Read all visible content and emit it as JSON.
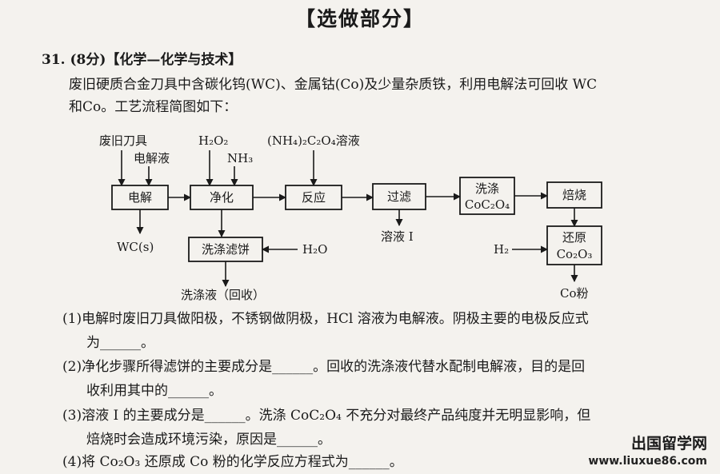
{
  "title": "【选做部分】",
  "question": {
    "header": "31. (8分)【化学—化学与技术】",
    "intro": [
      "废旧硬质合金刀具中含碳化钨(WC)、金属钴(Co)及少量杂质铁，利用电解法可回收 WC",
      "和Co。工艺流程简图如下："
    ]
  },
  "diagram": {
    "inputs": {
      "old_tools": "废旧刀具",
      "electrolyte": "电解液",
      "h2o2": "H₂O₂",
      "nh3": "NH₃",
      "oxalate": "(NH₄)₂C₂O₄溶液",
      "h2o": "H₂O",
      "h2": "H₂"
    },
    "boxes": {
      "electrolysis": "电解",
      "purify": "净化",
      "react": "反应",
      "filter": "过滤",
      "wash_line1": "洗涤",
      "wash_line2": "CoC₂O₄",
      "calcine": "焙烧",
      "reduce_line1": "还原",
      "reduce_line2": "Co₂O₃",
      "wash_cake": "洗涤滤饼"
    },
    "outputs": {
      "wc": "WC(s)",
      "filtrate": "溶液 I",
      "wash_liquid": "洗涤液（回收）",
      "co_powder": "Co粉"
    }
  },
  "parts": [
    {
      "line1": "(1)电解时废旧刀具做阳极，不锈钢做阴极，HCl 溶液为电解液。阴极主要的电极反应式",
      "line2": "为______。"
    },
    {
      "line1": "(2)净化步骤所得滤饼的主要成分是______。回收的洗涤液代替水配制电解液，目的是回",
      "line2": "收利用其中的______。"
    },
    {
      "line1": "(3)溶液 I 的主要成分是______。洗涤 CoC₂O₄ 不充分对最终产品纯度并无明显影响，但",
      "line2": "焙烧时会造成环境污染，原因是______。"
    },
    {
      "line1": "(4)将 Co₂O₃ 还原成 Co 粉的化学反应方程式为______。"
    }
  ],
  "watermark": {
    "name": "出国留学网",
    "url": "www.liuxue86.com"
  }
}
